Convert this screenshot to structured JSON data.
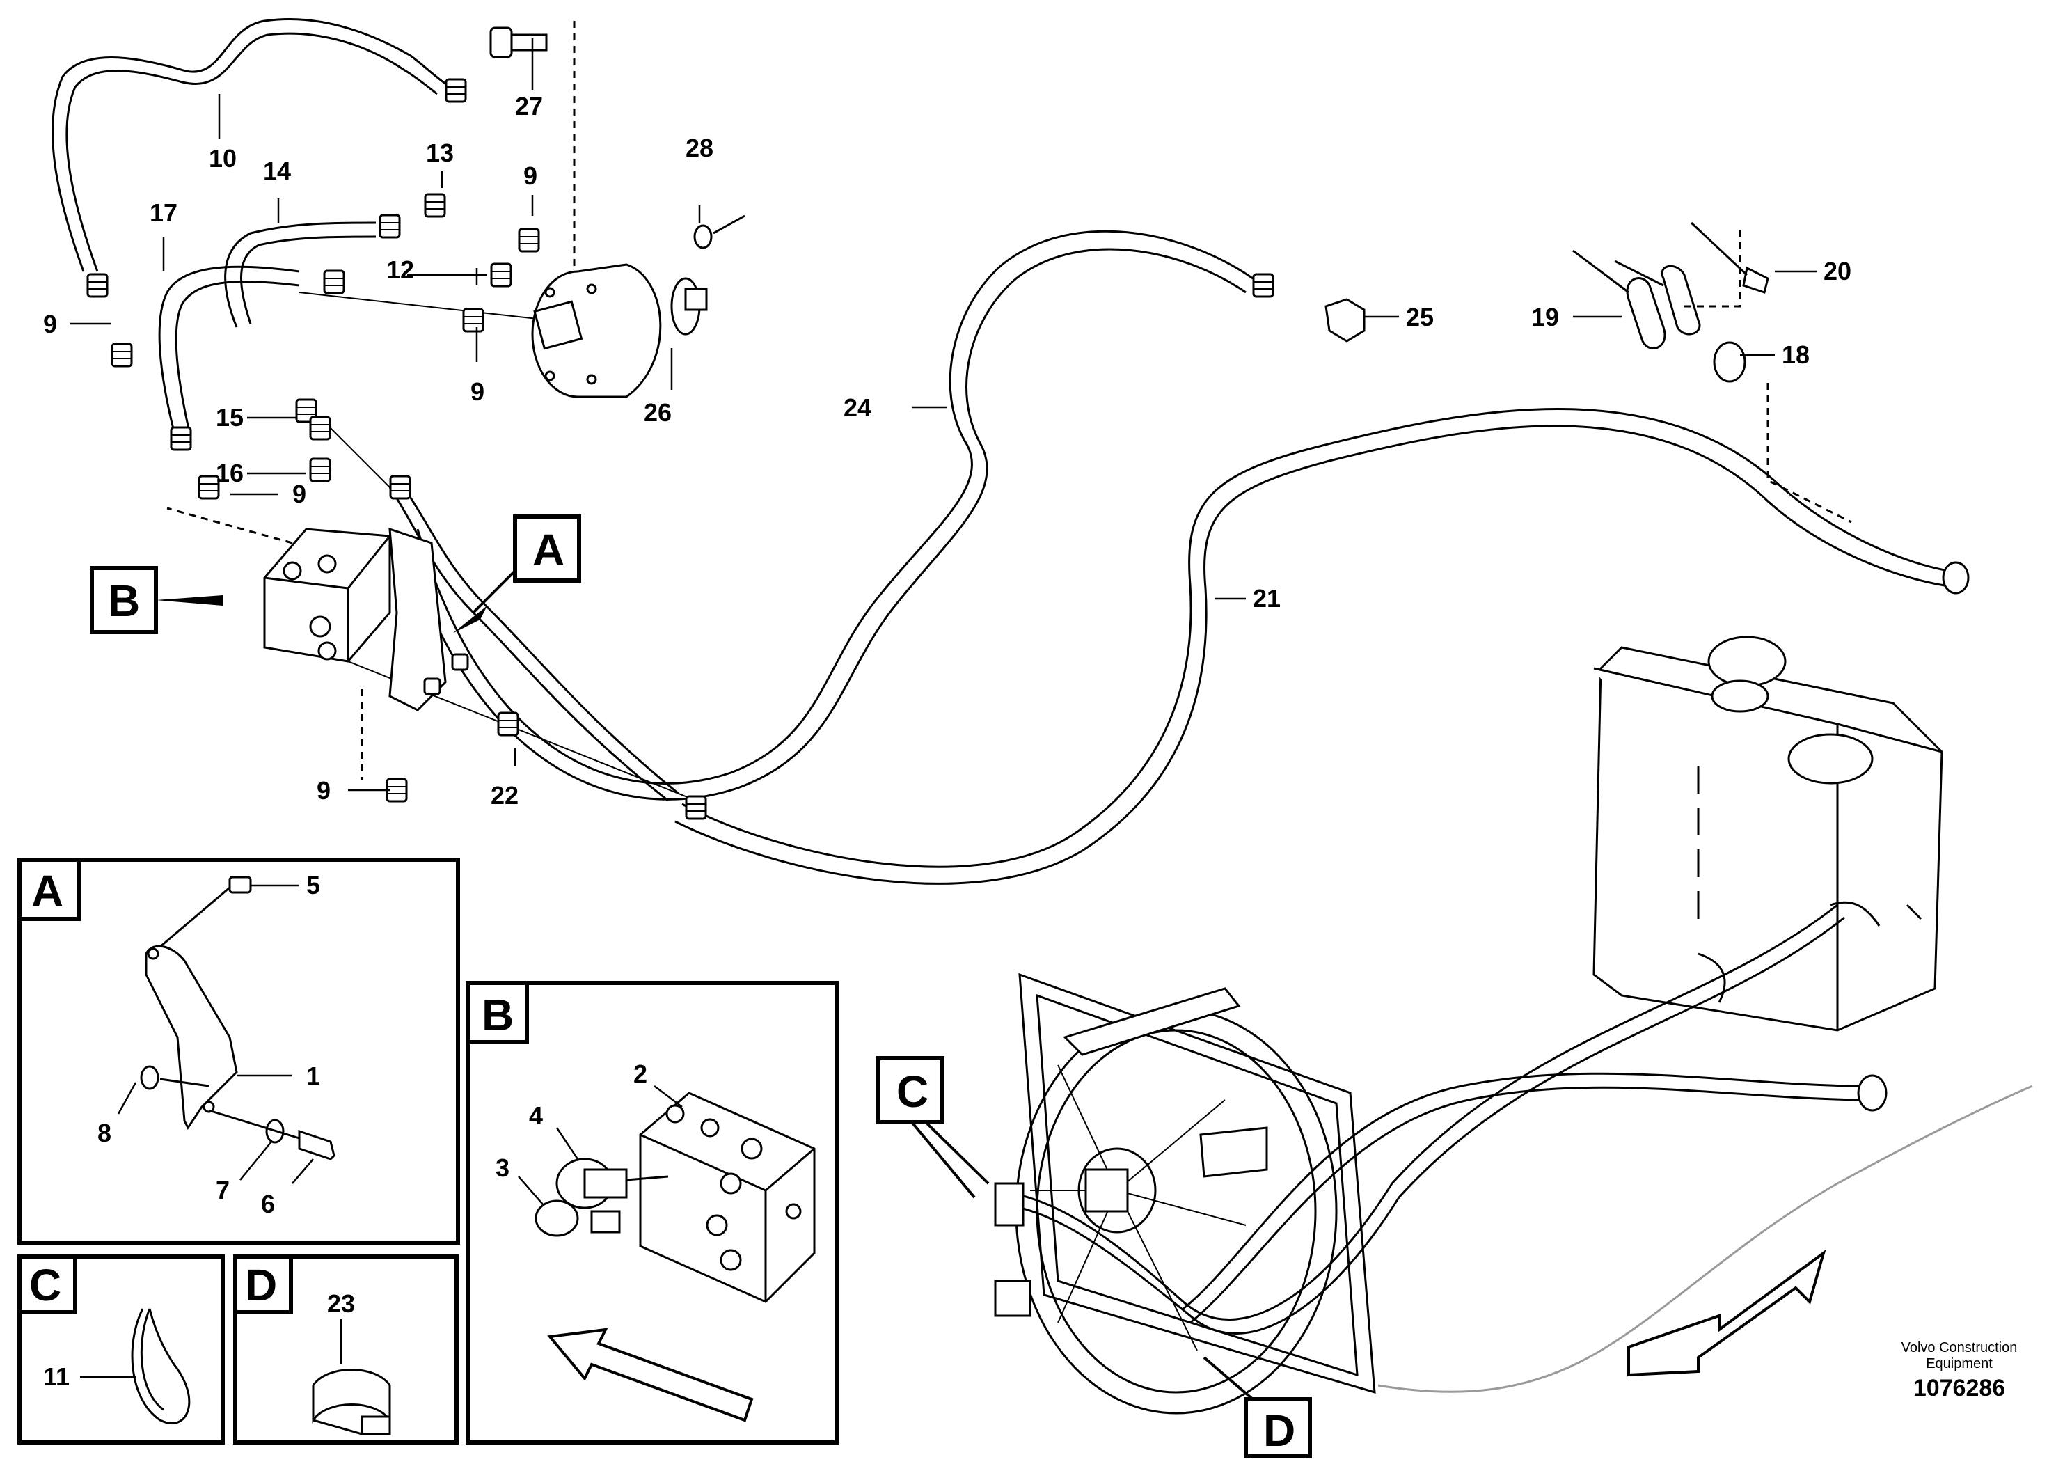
{
  "callouts": {
    "c1": "1",
    "c2": "2",
    "c3": "3",
    "c4": "4",
    "c5": "5",
    "c6": "6",
    "c7": "7",
    "c8": "8",
    "c9a": "9",
    "c9b": "9",
    "c9c": "9",
    "c9d": "9",
    "c9e": "9",
    "c10": "10",
    "c11": "11",
    "c12": "12",
    "c13": "13",
    "c14": "14",
    "c15": "15",
    "c16": "16",
    "c17": "17",
    "c18": "18",
    "c19": "19",
    "c20": "20",
    "c21": "21",
    "c22": "22",
    "c23": "23",
    "c24": "24",
    "c25": "25",
    "c26": "26",
    "c27": "27",
    "c28": "28"
  },
  "view_markers": {
    "a_main": "A",
    "b_main": "B",
    "c_main": "C",
    "d_main": "D",
    "a_inset": "A",
    "b_inset": "B",
    "c_inset": "C",
    "d_inset": "D"
  },
  "credit": {
    "line1": "Volvo Construction",
    "line2": "Equipment",
    "ref_number": "1076286"
  },
  "colors": {
    "line": "#000000",
    "background": "#ffffff",
    "light_line": "#9a9a9a"
  }
}
